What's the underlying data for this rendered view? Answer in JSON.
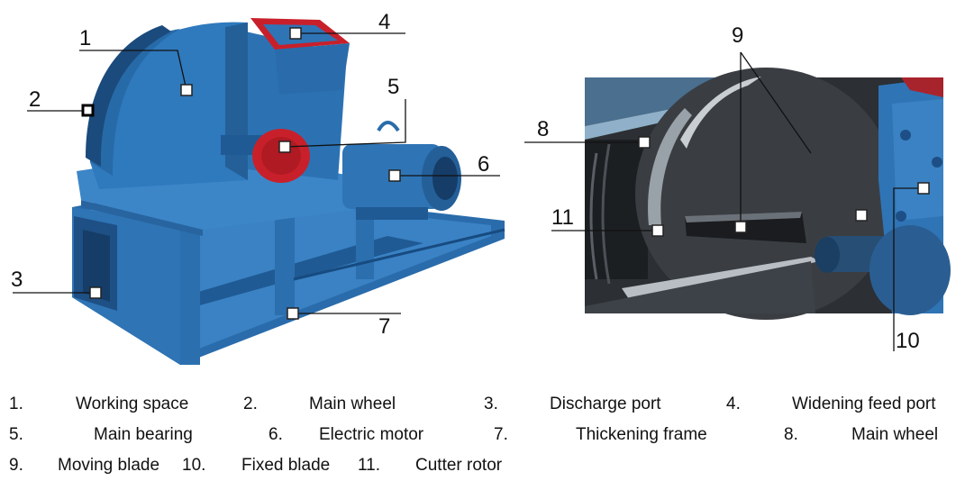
{
  "callouts": {
    "left": [
      "1",
      "2",
      "3",
      "4",
      "5",
      "6",
      "7"
    ],
    "right": [
      "8",
      "9",
      "11",
      "10"
    ]
  },
  "legend": [
    {
      "num": "1.",
      "label": "Working space"
    },
    {
      "num": "2.",
      "label": "Main wheel"
    },
    {
      "num": "3.",
      "label": "Discharge port"
    },
    {
      "num": "4.",
      "label": "Widening feed port"
    },
    {
      "num": "5.",
      "label": "Main bearing"
    },
    {
      "num": "6.",
      "label": "Electric motor"
    },
    {
      "num": "7.",
      "label": "Thickening frame"
    },
    {
      "num": "8.",
      "label": "Main wheel"
    },
    {
      "num": "9.",
      "label": "Moving blade"
    },
    {
      "num": "10.",
      "label": "Fixed blade"
    },
    {
      "num": "11.",
      "label": "Cutter rotor"
    }
  ],
  "colors": {
    "machine_blue": "#2f74b5",
    "machine_dark": "#1d4f86",
    "hopper_red": "#c8202a",
    "photo_dark": "#2c2f33"
  }
}
